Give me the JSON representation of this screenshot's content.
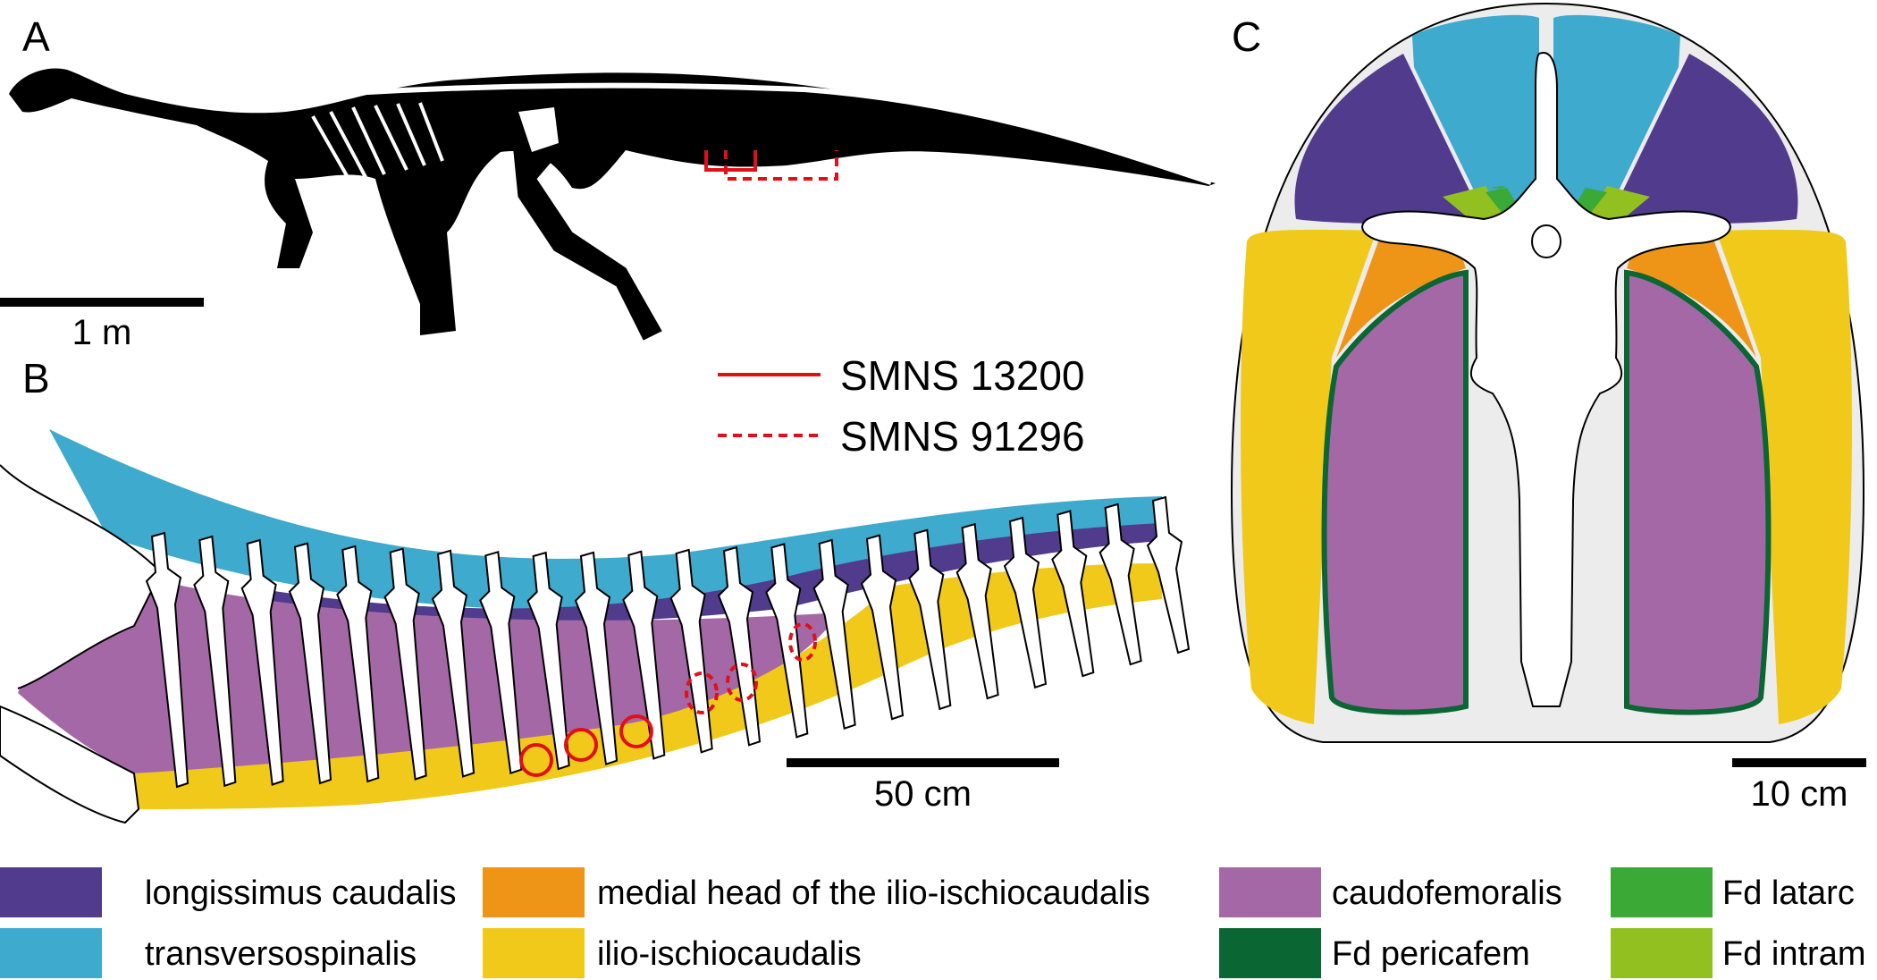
{
  "panels": {
    "a": {
      "label": "A",
      "scale_bar": "1 m"
    },
    "b": {
      "label": "B",
      "scale_bar": "50 cm"
    },
    "c": {
      "label": "C",
      "scale_bar": "10 cm"
    }
  },
  "specimens": [
    {
      "label": "SMNS 13200",
      "line_style": "solid",
      "color": "#e0101a"
    },
    {
      "label": "SMNS 91296",
      "line_style": "dashed",
      "color": "#e0101a"
    }
  ],
  "legend": [
    {
      "label": "longissimus caudalis",
      "color": "#503b8d"
    },
    {
      "label": "transversospinalis",
      "color": "#3eaacd"
    },
    {
      "label": "medial head of the ilio-ischiocaudalis",
      "color": "#ee9417"
    },
    {
      "label": "ilio-ischiocaudalis",
      "color": "#f0c91a"
    },
    {
      "label": "caudofemoralis",
      "color": "#a468a6"
    },
    {
      "label": "Fd pericafem",
      "color": "#0a6632"
    },
    {
      "label": "Fd latarc",
      "color": "#3aa935"
    },
    {
      "label": "Fd intram",
      "color": "#93c021"
    }
  ]
}
